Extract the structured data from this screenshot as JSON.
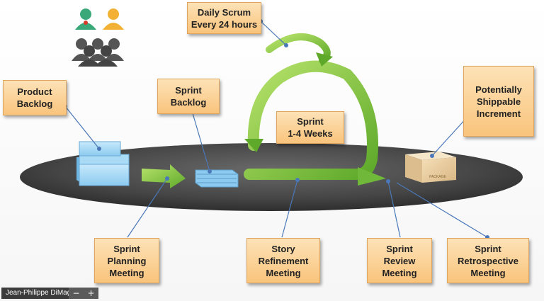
{
  "labels": {
    "daily_scrum": "Daily Scrum\nEvery 24 hours",
    "product_backlog": "Product\nBacklog",
    "sprint_backlog": "Sprint\nBacklog",
    "sprint_duration": "Sprint\n1-4 Weeks",
    "shippable_increment": "Potentially\nShippable\nIncrement",
    "sprint_planning": "Sprint\nPlanning\nMeeting",
    "story_refinement": "Story\nRefinement\nMeeting",
    "sprint_review": "Sprint\nReview\nMeeting",
    "sprint_retrospective": "Sprint\nRetrospective\nMeeting"
  },
  "box_stamp": "PACKAGE",
  "footer": {
    "presenter": "Jean-Philippe DiMaggio",
    "zoom_out": "−",
    "zoom_in": "+"
  },
  "colors": {
    "label_fill_top": "#fde2b7",
    "label_fill_bottom": "#f9c47c",
    "platform": "#4a4a4a",
    "arrow_green": "#7cc53a",
    "backlog_blue": "#8ccbef",
    "connector_line": "#4a78b8"
  },
  "icons": [
    "team-member-green-icon",
    "team-member-orange-icon",
    "team-group-icon"
  ]
}
